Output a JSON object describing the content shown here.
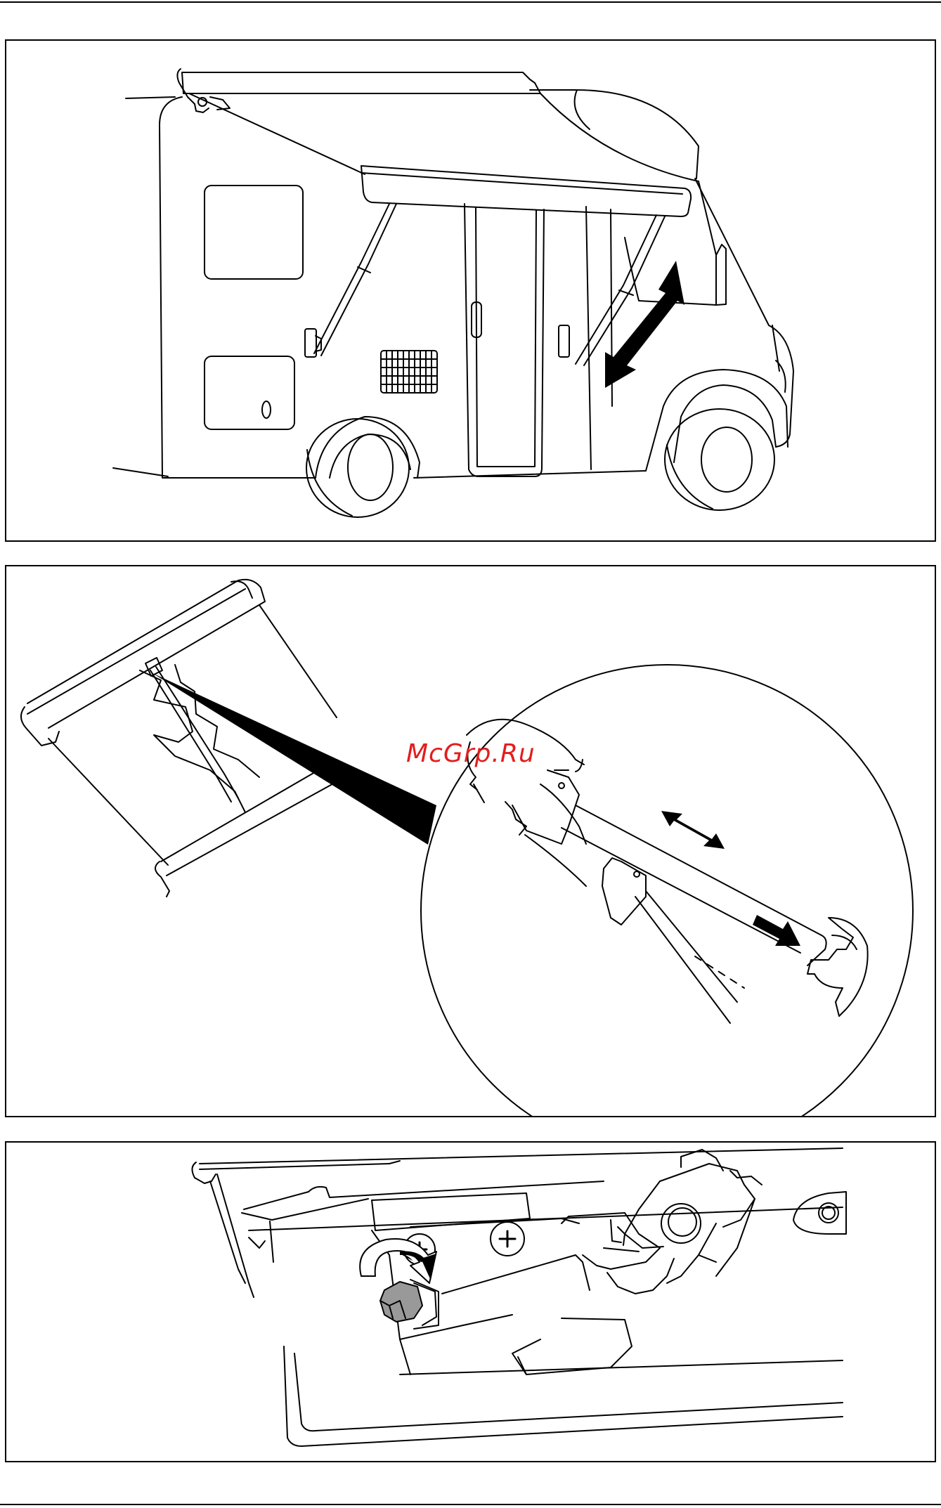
{
  "document": {
    "watermark": "McGrp.Ru",
    "figures": [
      {
        "name": "camper-awning-extended",
        "icon": "double-arrow-icon"
      },
      {
        "name": "awning-arm-detail",
        "icon": "arrow-icon"
      },
      {
        "name": "bolt-adjustment-detail",
        "icon": "rotate-arrow-icon"
      }
    ]
  }
}
